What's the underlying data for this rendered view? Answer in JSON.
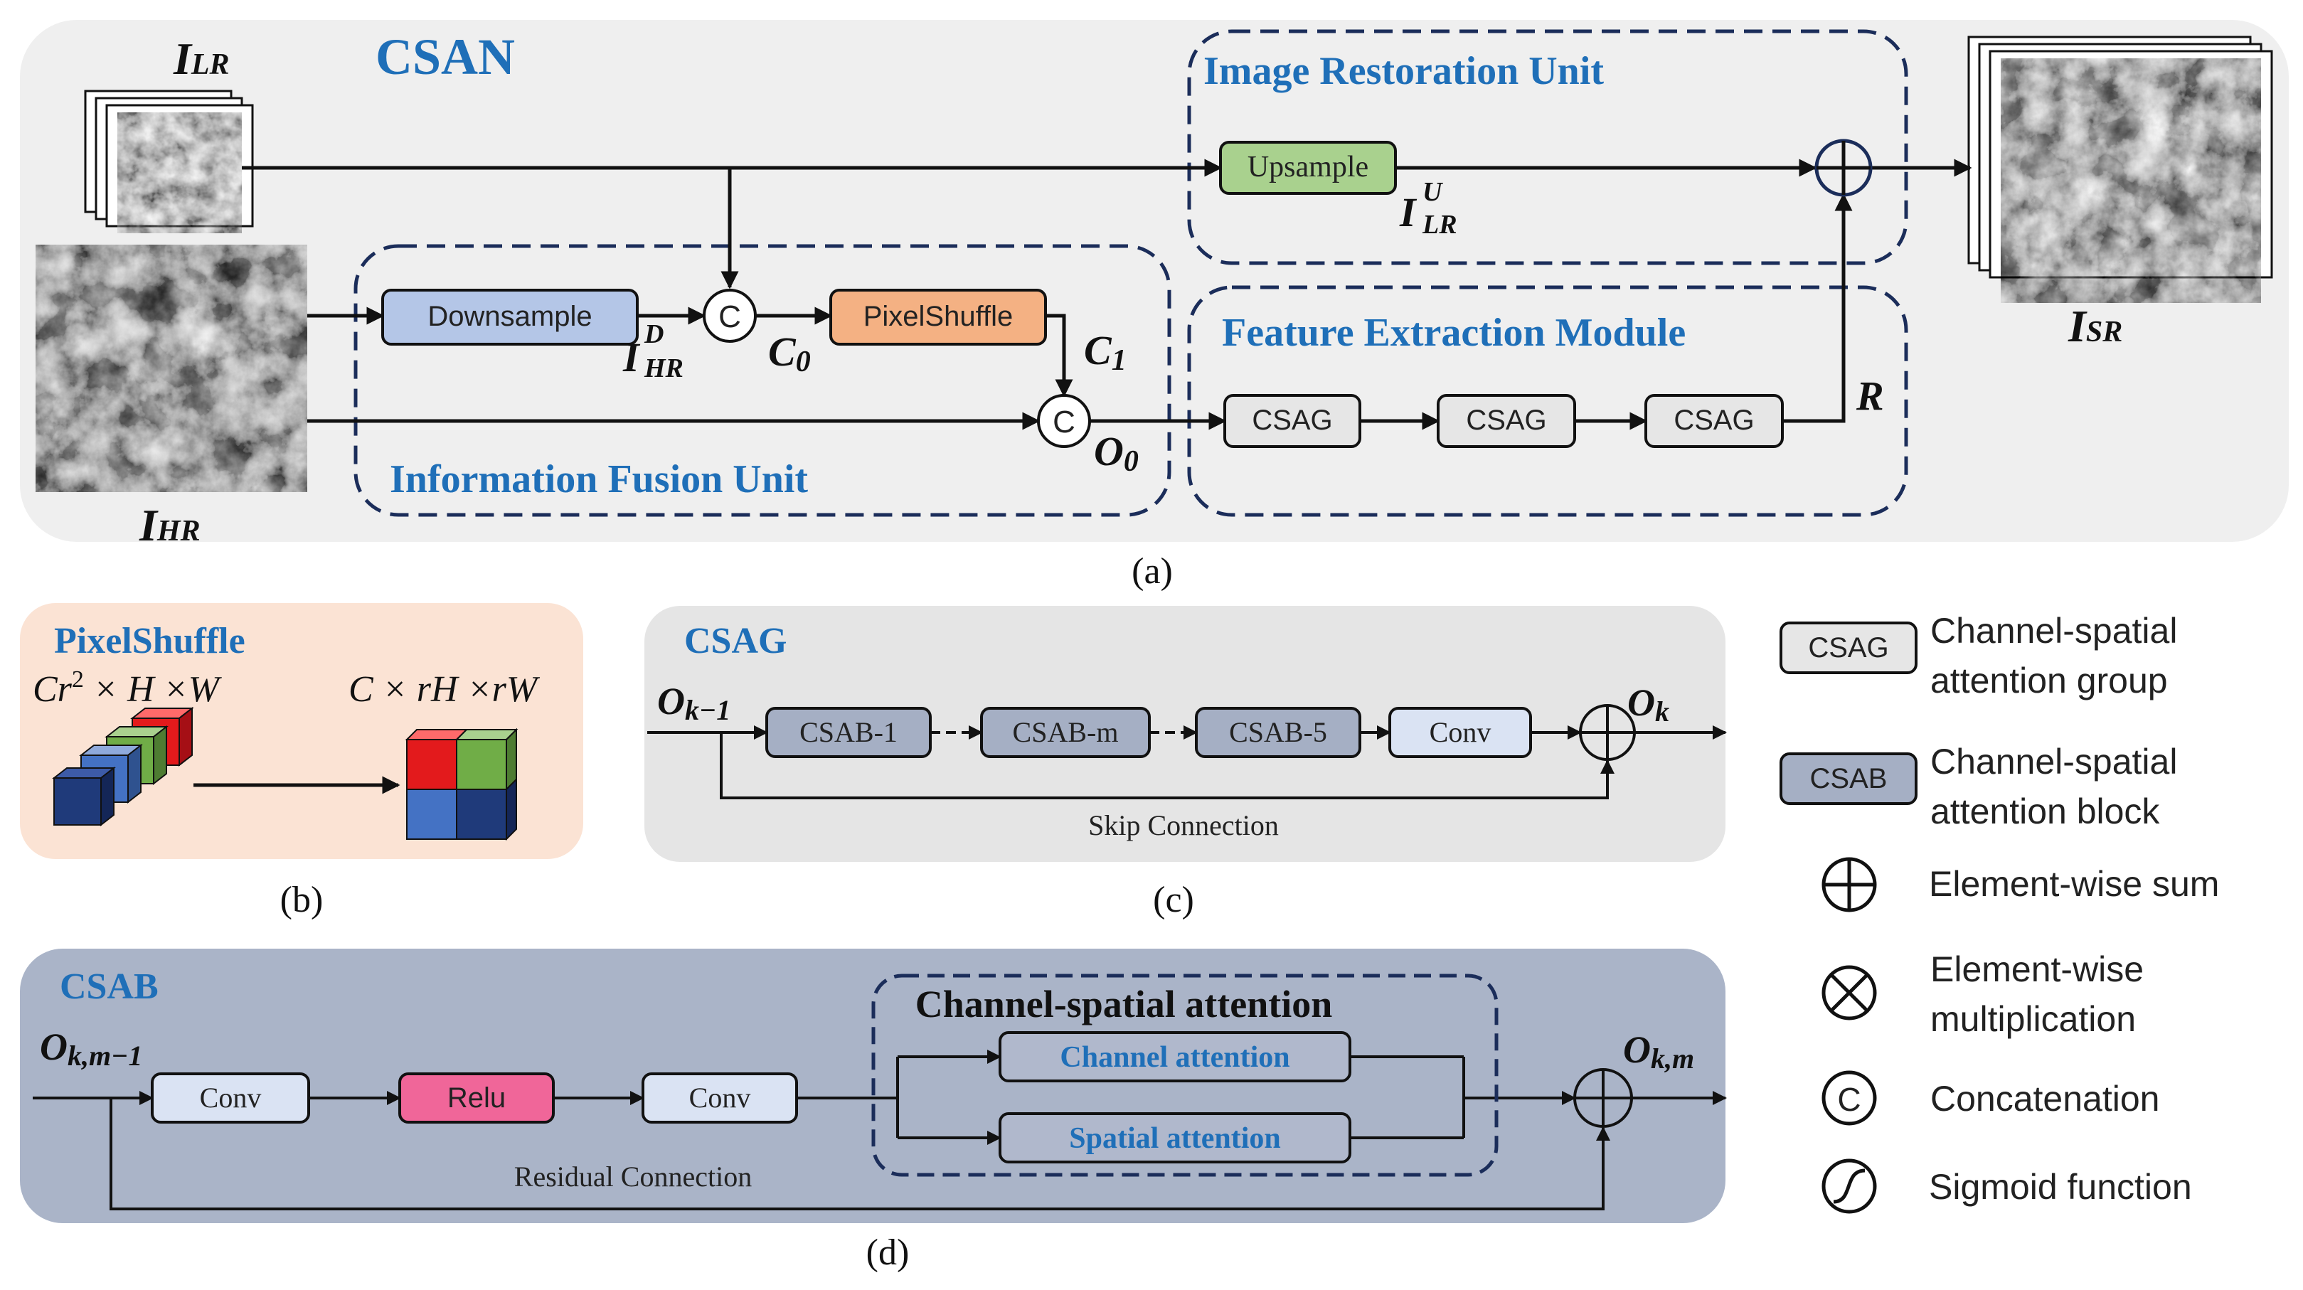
{
  "panel_a": {
    "title": "CSAN",
    "caption": "(a)",
    "labels": {
      "i_lr": "I",
      "i_lr_sub": "LR",
      "i_hr": "I",
      "i_hr_sub": "HR",
      "i_sr": "I",
      "i_sr_sub": "SR",
      "i_hr_d": "I",
      "i_hr_d_sub": "HR",
      "i_hr_d_sup": "D",
      "i_lr_u": "I",
      "i_lr_u_sub": "LR",
      "i_lr_u_sup": "U",
      "c0": "C",
      "c0_sub": "0",
      "c1": "C",
      "c1_sub": "1",
      "o0": "O",
      "o0_sub": "0",
      "r": "R"
    },
    "units": {
      "image_restoration": "Image Restoration Unit",
      "feature_extraction": "Feature Extraction Module",
      "information_fusion": "Information Fusion Unit"
    },
    "blocks": {
      "upsample": "Upsample",
      "downsample": "Downsample",
      "pixelshuffle": "PixelShuffle",
      "csag1": "CSAG",
      "csag2": "CSAG",
      "csag3": "CSAG"
    },
    "concat_symbol": "C"
  },
  "panel_b": {
    "title": "PixelShuffle",
    "caption": "(b)",
    "left_expr_a": "Cr",
    "left_expr_sup": "2",
    "left_expr_b": " × H ×W",
    "right_expr": "C × rH ×rW"
  },
  "panel_c": {
    "title": "CSAG",
    "caption": "(c)",
    "input": "O",
    "input_sub": "k−1",
    "output": "O",
    "output_sub": "k",
    "blocks": [
      "CSAB-1",
      "CSAB-m",
      "CSAB-5",
      "Conv"
    ],
    "skip": "Skip Connection"
  },
  "panel_d": {
    "title": "CSAB",
    "caption": "(d)",
    "input": "O",
    "input_sub": "k,m−1",
    "output": "O",
    "output_sub": "k,m",
    "blocks": {
      "conv1": "Conv",
      "relu": "Relu",
      "conv2": "Conv"
    },
    "attention_group": "Channel-spatial attention",
    "channel": "Channel attention",
    "spatial": "Spatial attention",
    "residual": "Residual Connection"
  },
  "legend": {
    "csag_box": "CSAG",
    "csag_line1": "Channel-spatial",
    "csag_line2": "attention group",
    "csab_box": "CSAB",
    "csab_line1": "Channel-spatial",
    "csab_line2": "attention block",
    "sum": "Element-wise sum",
    "mult_line1": "Element-wise",
    "mult_line2": "multiplication",
    "concat_symbol": "C",
    "concat": "Concatenation",
    "sigmoid": "Sigmoid function"
  },
  "colors": {
    "panel_a_bg": "#efefef",
    "panel_b_bg": "#fbe3d4",
    "panel_c_bg": "#e5e5e5",
    "panel_d_bg": "#aab4c8",
    "title_blue": "#1f6fb8",
    "unit_border": "#1b2d5a",
    "downsample_fill": "#b4c6e7",
    "pixelshuffle_fill": "#f4b183",
    "upsample_fill": "#a9d18e",
    "csag_fill": "#e6e6e6",
    "csab_fill": "#a5afc4",
    "conv_fill": "#dae3f3",
    "relu_fill": "#f06699",
    "attention_fill": "#b0b8cc"
  }
}
